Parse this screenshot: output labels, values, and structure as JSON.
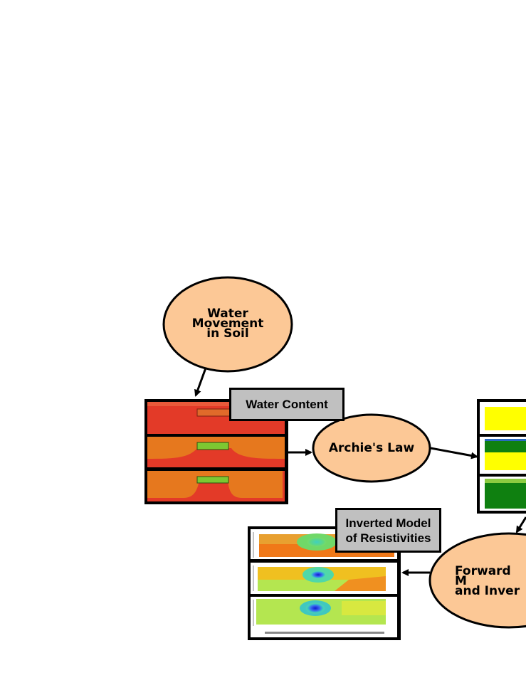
{
  "nodes": {
    "water_movement": "Water\nMovement\nin Soil",
    "archies_law": "Archie's Law",
    "forward_model": "Forward M\nand Inver"
  },
  "labels": {
    "water_content": "Water Content",
    "inverted_model": "Inverted Model\nof Resistivities"
  },
  "colors": {
    "node_fill": "#fcc896",
    "label_fill": "#c0c0c0",
    "water_red": "#e33a28",
    "water_orange": "#e6781e",
    "resist_yellow": "#ffff00",
    "resist_green": "#0f8010",
    "inverted_green": "#b4e650",
    "inverted_blue": "#1a2ad8"
  }
}
